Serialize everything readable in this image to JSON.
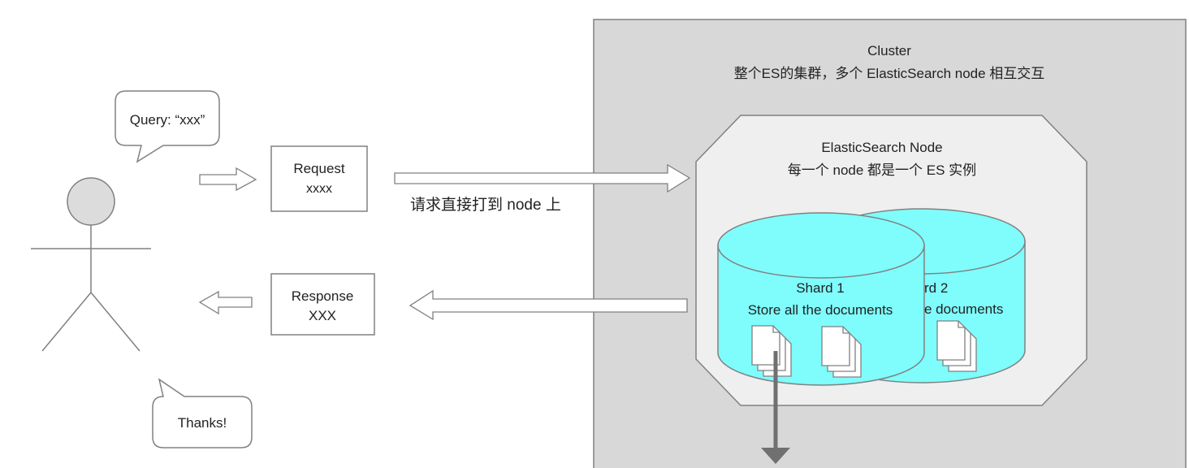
{
  "colors": {
    "cluster_fill": "#d8d8d8",
    "node_fill": "#efefef",
    "shard_fill": "#7ffcfc",
    "stroke": "#808080",
    "text": "#222222"
  },
  "cluster": {
    "title": "Cluster",
    "subtitle": "整个ES的集群，多个 ElasticSearch node 相互交互"
  },
  "node": {
    "title": "ElasticSearch Node",
    "subtitle": "每一个 node 都是一个 ES 实例"
  },
  "shards": {
    "front": {
      "title": "Shard 1",
      "subtitle": "Store all the documents"
    },
    "back_visible": {
      "title": "rd 2",
      "subtitle": "e documents"
    }
  },
  "user": {
    "query_bubble": "Query: “xxx”",
    "thanks_bubble": "Thanks!"
  },
  "request_box": {
    "line1": "Request",
    "line2": "xxxx"
  },
  "response_box": {
    "line1": "Response",
    "line2": "XXX"
  },
  "request_arrow_label": "请求直接打到 node 上"
}
